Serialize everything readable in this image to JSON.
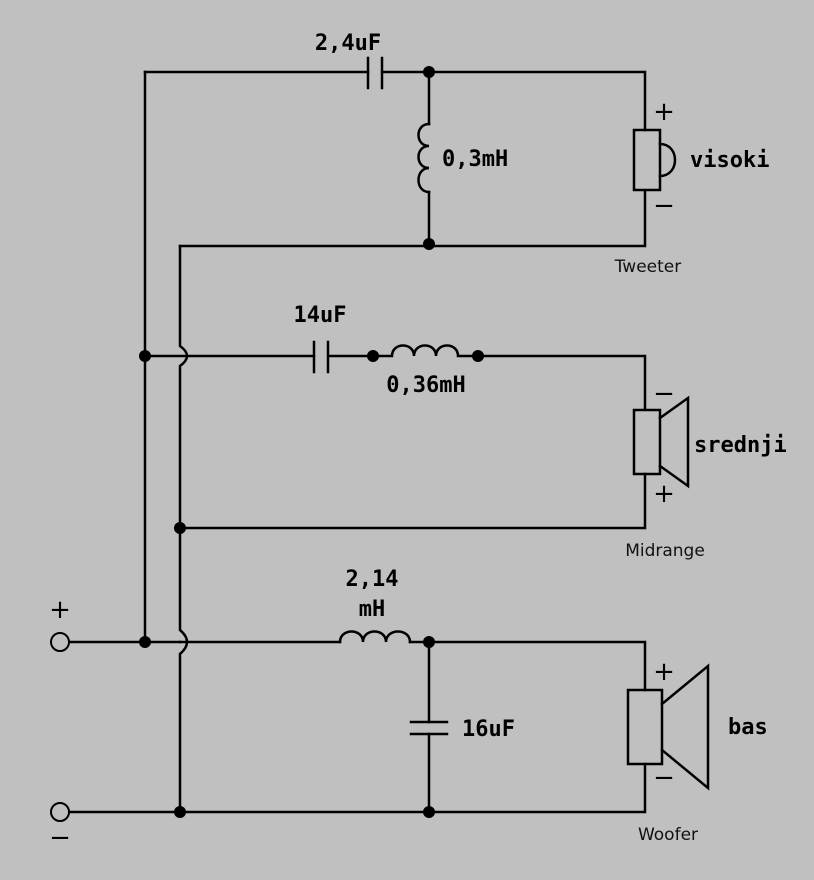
{
  "components": {
    "c1": "2,4uF",
    "l1": "0,3mH",
    "c2": "14uF",
    "l2": "0,36mH",
    "l3_line1": "2,14",
    "l3_line2": "mH",
    "c3": "16uF"
  },
  "speakers": {
    "tweeter": {
      "name": "visoki",
      "caption": "Tweeter"
    },
    "midrange": {
      "name": "srednji",
      "caption": "Midrange"
    },
    "woofer": {
      "name": "bas",
      "caption": "Woofer"
    }
  },
  "polarity": {
    "plus": "+",
    "minus": "−"
  }
}
